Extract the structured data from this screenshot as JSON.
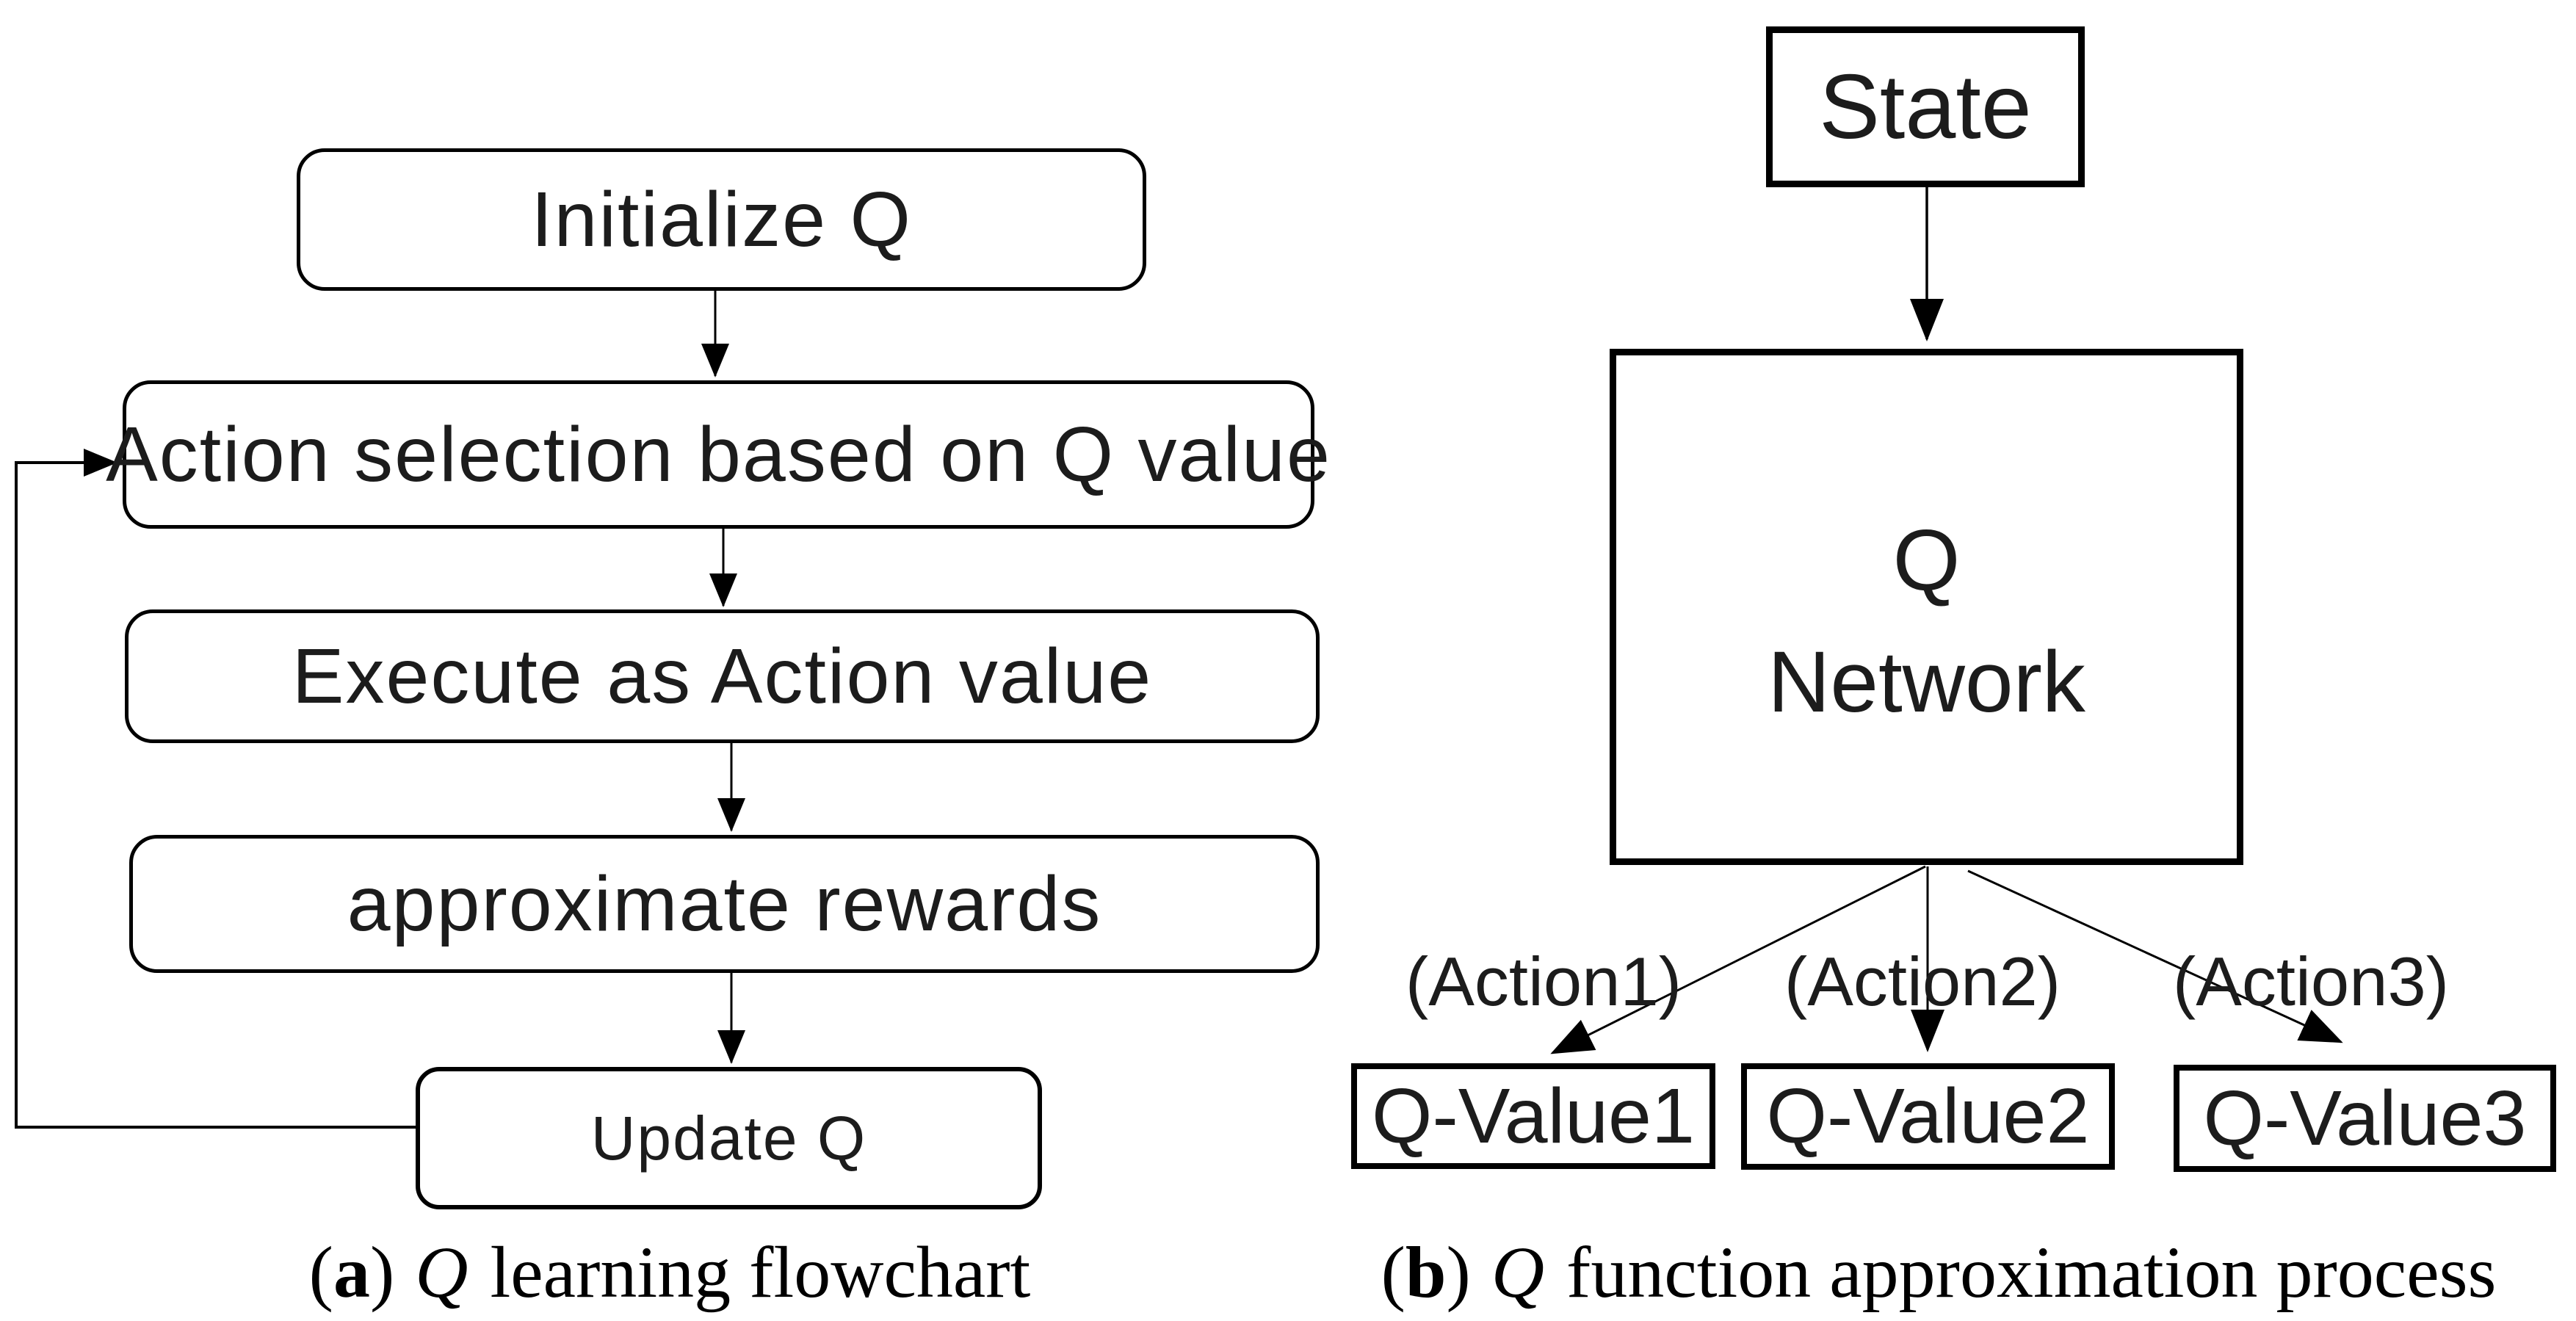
{
  "panel_a": {
    "boxes": [
      {
        "label": "Initialize Q"
      },
      {
        "label": "Action selection based on Q value"
      },
      {
        "label": "Execute as Action value"
      },
      {
        "label": "approximate rewards"
      },
      {
        "label": "Update Q"
      }
    ],
    "caption": {
      "paren_open": "(",
      "letter": "a",
      "paren_close": ")",
      "italic_q": "Q",
      "rest": "learning flowchart"
    }
  },
  "panel_b": {
    "state_label": "State",
    "network_line1": "Q",
    "network_line2": "Network",
    "action_labels": [
      "(Action1)",
      "(Action2)",
      "(Action3)"
    ],
    "qvalue_labels": [
      "Q-Value1",
      "Q-Value2",
      "Q-Value3"
    ],
    "caption": {
      "paren_open": "(",
      "letter": "b",
      "paren_close": ")",
      "italic_q": "Q",
      "rest": "function approximation process"
    }
  },
  "colors": {
    "ink": "#1c1c1c",
    "line": "#000000",
    "background": "#ffffff"
  }
}
